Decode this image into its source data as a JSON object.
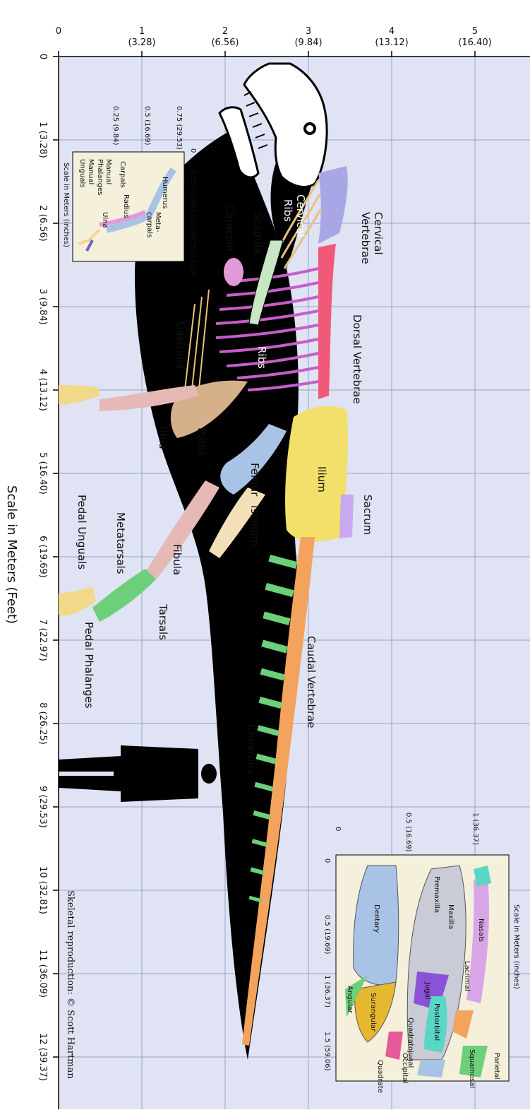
{
  "scale": {
    "title": "Scale in Meters (Feet)",
    "x_ticks": [
      "0",
      "1 (3.28)",
      "2 (6.56)",
      "3 (9.84)",
      "4 (13.12)",
      "5 (16.40)",
      "6 (19.69)",
      "7 (22.97)",
      "8 (26.25)",
      "9 (29.53)",
      "10 (32.81)",
      "11 (36.09)",
      "12 (39.37)"
    ],
    "y_ticks": [
      {
        "value": "0",
        "sub": ""
      },
      {
        "value": "1",
        "sub": "(3.28)"
      },
      {
        "value": "2",
        "sub": "(6.56)"
      },
      {
        "value": "3",
        "sub": "(9.84)"
      },
      {
        "value": "4",
        "sub": "(13.12)"
      },
      {
        "value": "5",
        "sub": "(16.40)"
      }
    ]
  },
  "body_labels": {
    "cervical_vertebrae_1": "Cervical",
    "cervical_vertebrae_2": "Vertebrae",
    "cervical_ribs_1": "Cervical",
    "cervical_ribs_2": "Ribs",
    "scapula": "Scapula",
    "coracoid": "Coracoid",
    "dorsal_vertebrae": "Dorsal Vertebrae",
    "ribs": "Ribs",
    "gastralia": "Gastralia",
    "tibia": "Tibia",
    "pubis": "Pubis",
    "ilium": "Ilium",
    "sacrum": "Sacrum",
    "femur": "Femur",
    "ischium": "Ischium",
    "fibula": "Fibula",
    "metatarsals": "Metatarsals",
    "pedal_unguals": "Pedal Unguals",
    "tarsals": "Tarsals",
    "pedal_phalanges": "Pedal Phalanges",
    "caudal_vertebrae": "Caudal Vertebrae",
    "chevrons": "Chevrons"
  },
  "arm_inset": {
    "scale_title": "Scale in Meters (inches)",
    "x_ticks": [
      "0",
      "0.25 (9.84)",
      "0.5 (19.69)",
      "0.75 (29.53)"
    ],
    "y_ticks": [
      "0.25 (9.84)",
      "0.5 (16.69)",
      "0.75 (29.53)"
    ],
    "labels": {
      "humerus": "Humerus",
      "radius": "Radius",
      "ulna": "Ulna",
      "carpals": "Carpals",
      "metacarpals_1": "Meta-",
      "metacarpals_2": "carpals",
      "manual_phalanges_1": "Manual",
      "manual_phalanges_2": "Phalanges",
      "manual_unguals_1": "Manual",
      "manual_unguals_2": "Unguals"
    }
  },
  "skull_inset": {
    "scale_title": "Scale in Meters (inches)",
    "x_ticks": [
      "0",
      "0.5 (19.69)",
      "1 (36.37)",
      "1.5 (59.06)"
    ],
    "y_ticks": [
      "0",
      "0.5 (16.69)",
      "1 (36.37)"
    ],
    "labels": {
      "premaxilla": "Premaxilla",
      "maxilla": "Maxilla",
      "nasals": "Nasals",
      "lacrimal": "Lacrimal",
      "dentary": "Dentary",
      "jugal": "Jugal",
      "postorbital": "Postorbital",
      "surangular": "Surangular",
      "angular": "Angular",
      "quadratojugal": "Quadratojugal",
      "occipital": "Occipital",
      "squamosal": "Squamosal",
      "parietal": "Parietal",
      "quadrate": "Quadrate"
    }
  },
  "credit": "Skeletal reproduction: © Scott Hartman",
  "colors": {
    "background": "#dfe3f3",
    "silhouette": "#000000",
    "cervical": "#a9a6e6",
    "dorsal": "#f05a78",
    "ribs": "#c65ec9",
    "cervical_ribs": "#e8c27a",
    "ilium": "#f3e06a",
    "femur": "#a9c3e6",
    "pubis": "#d6b08a",
    "tibia": "#e6b9b7",
    "caudal": "#f3a35b",
    "chevrons": "#6cd07a",
    "scapula": "#c7e8c2",
    "coracoid": "#e29ad6",
    "foot": "#f2d98a",
    "unguals": "#c8c8f0"
  }
}
